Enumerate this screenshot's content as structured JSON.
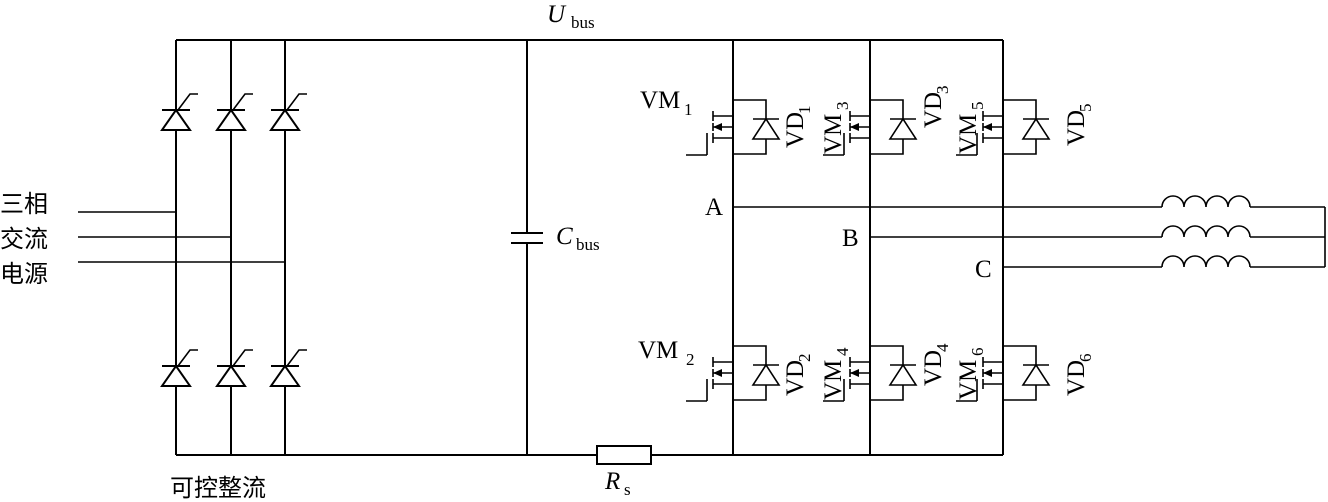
{
  "labels": {
    "input_line1": "三相",
    "input_line2": "交流",
    "input_line3": "电源",
    "rectifier": "可控整流",
    "ubus_main": "U",
    "ubus_sub": "bus",
    "cbus_main": "C",
    "cbus_sub": "bus",
    "rs_main": "R",
    "rs_sub": "s",
    "node_a": "A",
    "node_b": "B",
    "node_c": "C"
  },
  "switches": [
    {
      "name": "VM",
      "index": "1",
      "diode": "VD",
      "diode_index": "1"
    },
    {
      "name": "VM",
      "index": "2",
      "diode": "VD",
      "diode_index": "2"
    },
    {
      "name": "VM",
      "index": "3",
      "diode": "VD",
      "diode_index": "3"
    },
    {
      "name": "VM",
      "index": "4",
      "diode": "VD",
      "diode_index": "4"
    },
    {
      "name": "VM",
      "index": "5",
      "diode": "VD",
      "diode_index": "5"
    },
    {
      "name": "VM",
      "index": "6",
      "diode": "VD",
      "diode_index": "6"
    }
  ]
}
